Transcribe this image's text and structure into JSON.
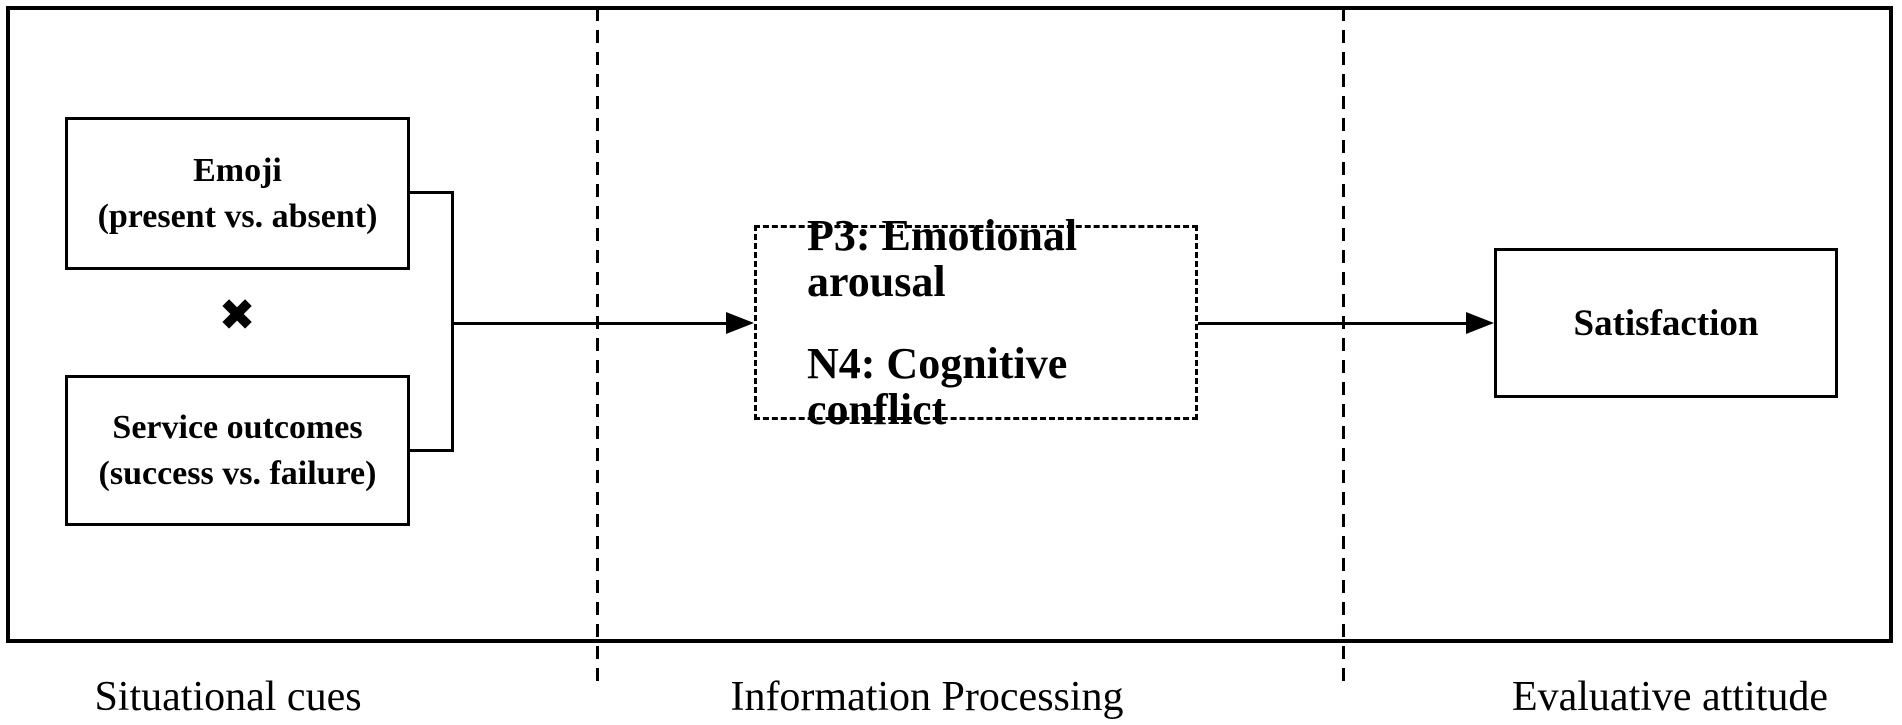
{
  "diagram": {
    "sections": [
      {
        "label": "Situational cues"
      },
      {
        "label": "Information Processing"
      },
      {
        "label": "Evaluative attitude"
      }
    ],
    "emoji_box": {
      "line1": "Emoji",
      "line2": "(present vs. absent)"
    },
    "interaction_symbol": "✖",
    "service_box": {
      "line1": "Service outcomes",
      "line2": "(success vs. failure)"
    },
    "processing_box": {
      "line1": "P3: Emotional arousal",
      "line2": "N4: Cognitive conflict"
    },
    "satisfaction_box": {
      "label": "Satisfaction"
    },
    "colors": {
      "line": "#000000",
      "background": "#ffffff"
    }
  }
}
